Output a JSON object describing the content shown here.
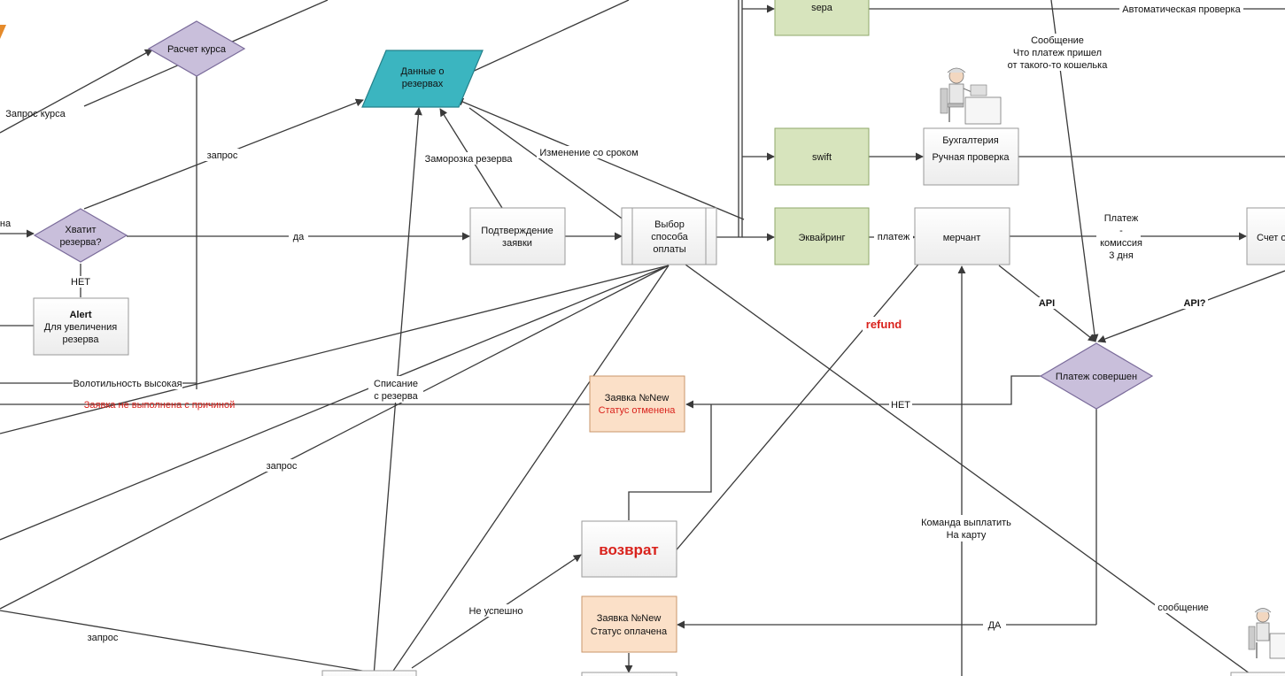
{
  "nodes": {
    "rate_calc": "Расчет курса",
    "reserve_data": [
      "Данные о",
      "резервах"
    ],
    "enough_reserve": [
      "Хватит",
      "резерва?"
    ],
    "alert": {
      "title": "Alert",
      "lines": [
        "Для увеличения",
        "резерва"
      ]
    },
    "confirm_request": [
      "Подтверждение",
      "заявки"
    ],
    "choose_payment": [
      "Выбор",
      "способа",
      "оплаты"
    ],
    "sepa": "sepa",
    "swift": "swift",
    "acquiring": "Эквайринг",
    "accounting": [
      "Бухгалтерия",
      "Ручная проверка"
    ],
    "merchant": "мерчант",
    "account": "Счет о",
    "payment_done": "Платеж совершен",
    "request_cancelled": [
      "Заявка №New",
      "Статус отменена"
    ],
    "refund_box": "возврат",
    "request_paid": [
      "Заявка №New",
      "Статус оплачена"
    ]
  },
  "edge_labels": {
    "rate_request": "Запрос курса",
    "request": "запрос",
    "na": "на",
    "yes": "да",
    "no_upper": "НЕТ",
    "freeze": "Заморозка резерва",
    "change_term": "Изменение со сроком",
    "auto_check": "Автоматическая проверка",
    "message_wallet": [
      "Сообщение",
      "Что платеж пришел",
      "от такого-то кошелька"
    ],
    "payment": "платеж",
    "payment_fee": [
      "Платеж",
      "-",
      "комиссия",
      "3 дня"
    ],
    "api": "API",
    "api_q": "API?",
    "refund": "refund",
    "volatility": "Волотильность высокая",
    "not_fulfilled": "Заявка не выполнена с причиной",
    "write_off": [
      "Списание",
      "с резерва"
    ],
    "request2": "запрос",
    "no": "НЕТ",
    "pay_command": [
      "Команда выплатить",
      "На карту"
    ],
    "not_success": "Не успешно",
    "request3": "запрос",
    "message": "сообщение",
    "yes_upper": "ДА"
  },
  "colors": {
    "decision_fill": "#c9bfdb",
    "decision_stroke": "#7b6c9b",
    "data_fill": "#3bb5c0",
    "data_stroke": "#24808a",
    "green_fill": "#d7e4bd",
    "green_stroke": "#8fa86a",
    "peach_fill": "#fbe0c8",
    "peach_stroke": "#c8966a",
    "box_fill": "#f4f4f4",
    "box_stroke": "#9a9a9a",
    "edge": "#3a3a3a",
    "red": "#d9221c",
    "orange": "#e58a2a"
  }
}
